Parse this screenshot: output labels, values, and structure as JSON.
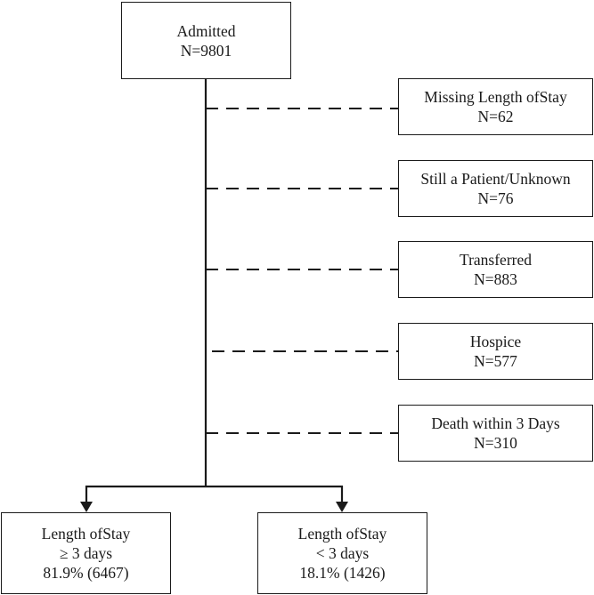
{
  "admitted": {
    "title": "Admitted",
    "count": "N=9801"
  },
  "exclusions": [
    {
      "title": "Missing Length ofStay",
      "count": "N=62"
    },
    {
      "title": "Still a Patient/Unknown",
      "count": "N=76"
    },
    {
      "title": "Transferred",
      "count": "N=883"
    },
    {
      "title": "Hospice",
      "count": "N=577"
    },
    {
      "title": "Death within 3 Days",
      "count": "N=310"
    }
  ],
  "outcomes": [
    {
      "title": "Length ofStay",
      "condition": "≥ 3 days",
      "result": "81.9% (6467)"
    },
    {
      "title": "Length ofStay",
      "condition": "< 3 days",
      "result": "18.1% (1426)"
    }
  ],
  "colors": {
    "line": "#1a1a1a",
    "box_border": "#1a1a1a",
    "background": "#ffffff"
  }
}
